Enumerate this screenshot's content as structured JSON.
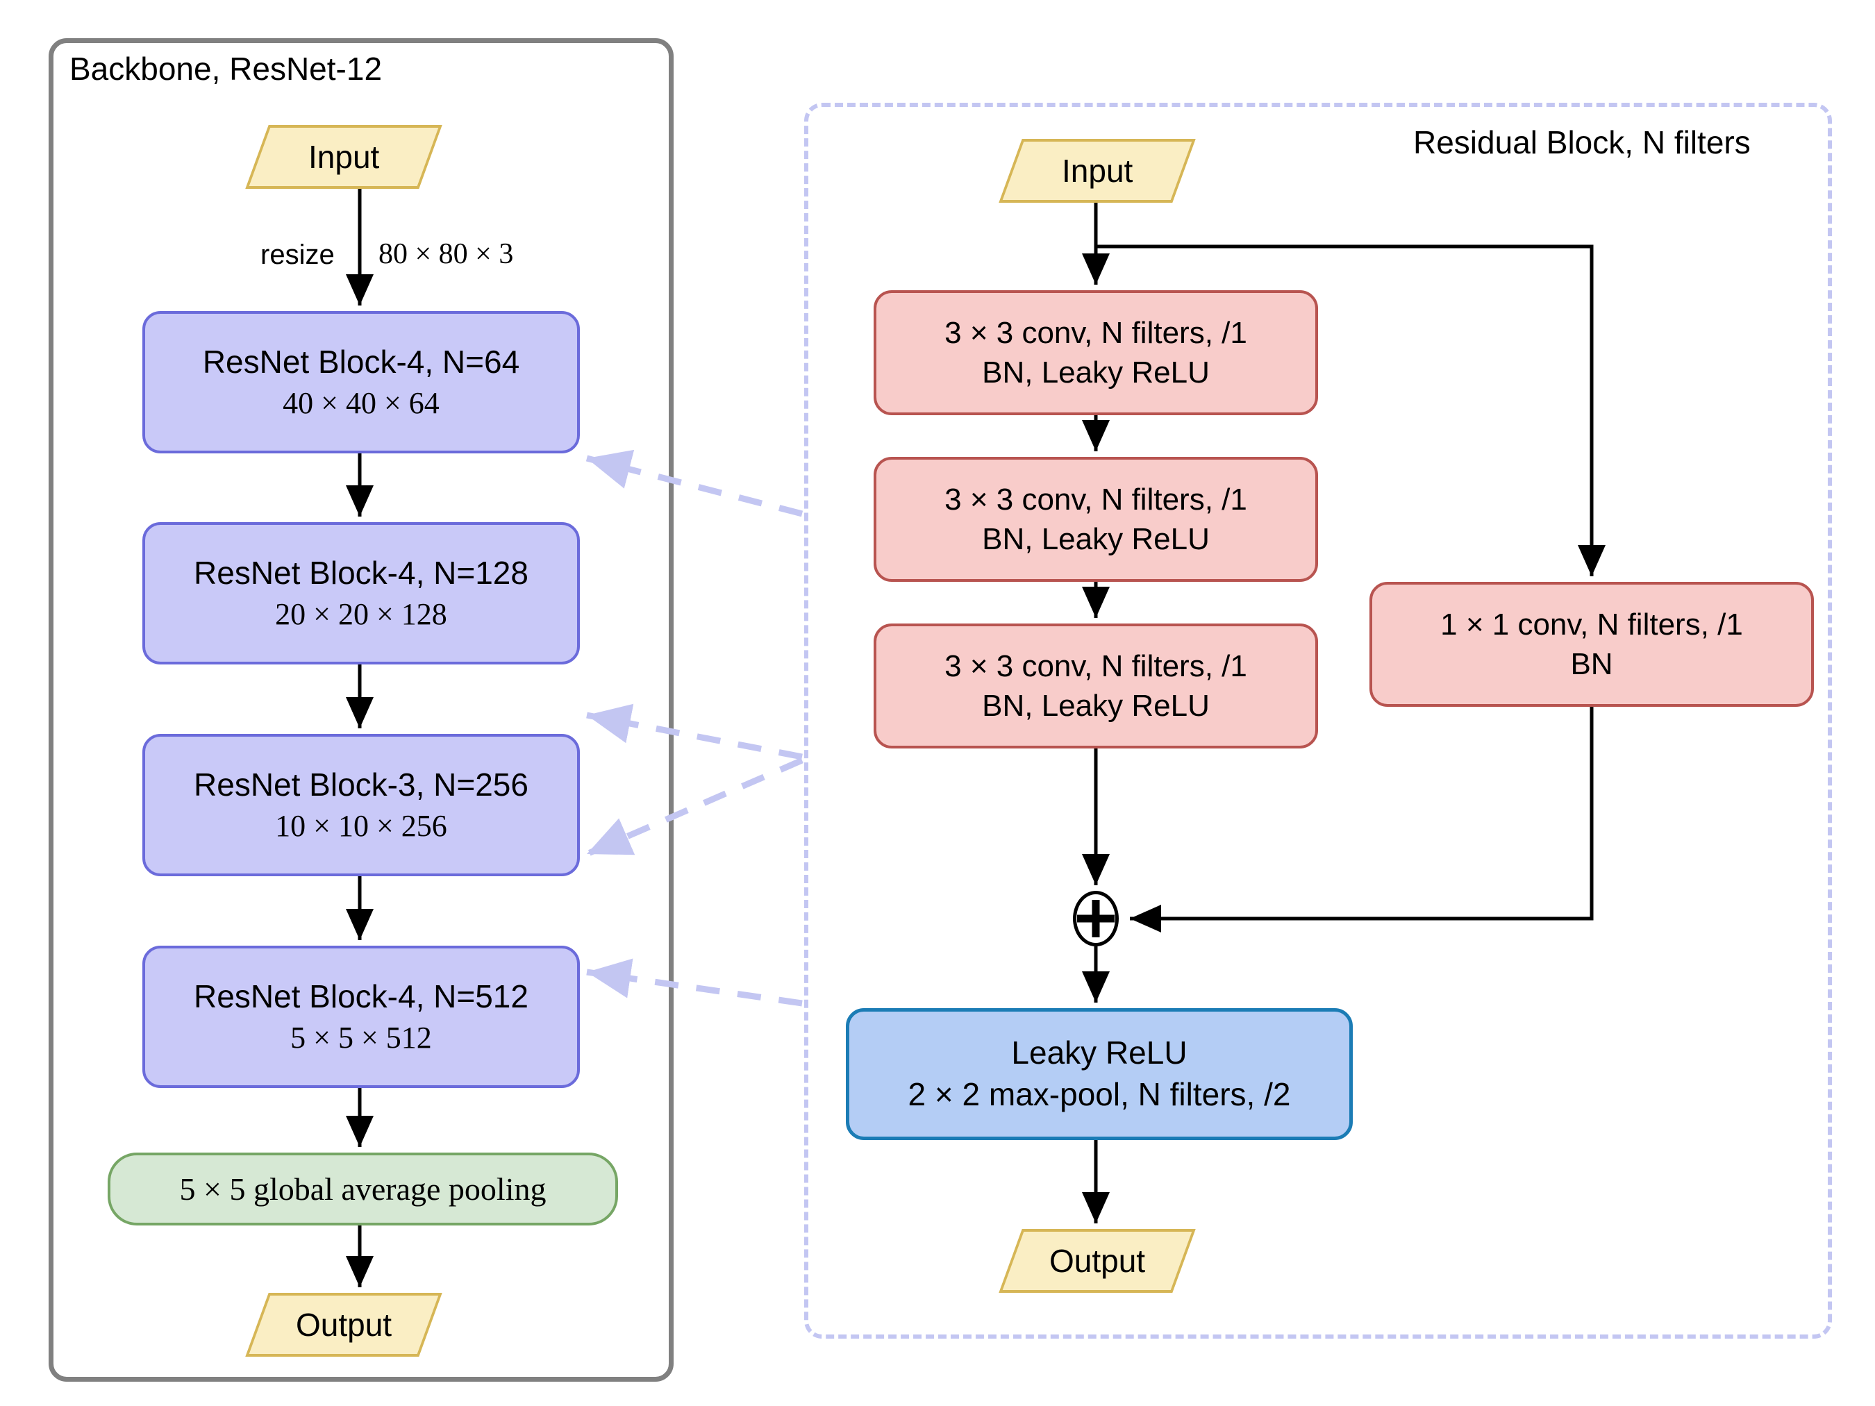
{
  "backbone": {
    "title": "Backbone, ResNet-12",
    "input_label": "Input",
    "resize_label": "resize",
    "input_dims": "80 × 80 × 3",
    "blocks": [
      {
        "name": "ResNet Block-4, N=64",
        "dims": "40 × 40 × 64"
      },
      {
        "name": "ResNet Block-4, N=128",
        "dims": "20 × 20 × 128"
      },
      {
        "name": "ResNet Block-3, N=256",
        "dims": "10 × 10 × 256"
      },
      {
        "name": "ResNet Block-4, N=512",
        "dims": "5 × 5 × 512"
      }
    ],
    "pooling_label": "5 × 5 global average pooling",
    "output_label": "Output"
  },
  "residual": {
    "title": "Residual Block, N filters",
    "input_label": "Input",
    "conv_blocks": [
      {
        "line1": "3 × 3 conv, N filters, /1",
        "line2": "BN, Leaky ReLU"
      },
      {
        "line1": "3 × 3 conv, N filters, /1",
        "line2": "BN, Leaky ReLU"
      },
      {
        "line1": "3 × 3 conv, N filters, /1",
        "line2": "BN, Leaky ReLU"
      }
    ],
    "shortcut": {
      "line1": "1 × 1 conv, N filters, /1",
      "line2": "BN"
    },
    "add_symbol": "+",
    "activation": {
      "line1": "Leaky ReLU",
      "line2": "2 × 2 max-pool, N filters, /2"
    },
    "output_label": "Output"
  },
  "colors": {
    "panel_border": "#808080",
    "dashed_border": "#c3c6f2",
    "purple_fill": "#c9c9f8",
    "purple_stroke": "#6b6bdb",
    "pink_fill": "#f8ccca",
    "pink_stroke": "#b85450",
    "green_fill": "#d6e8d4",
    "green_stroke": "#76a665",
    "blue_fill": "#b4cdf5",
    "blue_stroke": "#1b7cb5",
    "io_fill": "#faeec4",
    "io_stroke": "#d6b656",
    "arrow": "#000000",
    "link_arrow": "#c3c6f2"
  }
}
